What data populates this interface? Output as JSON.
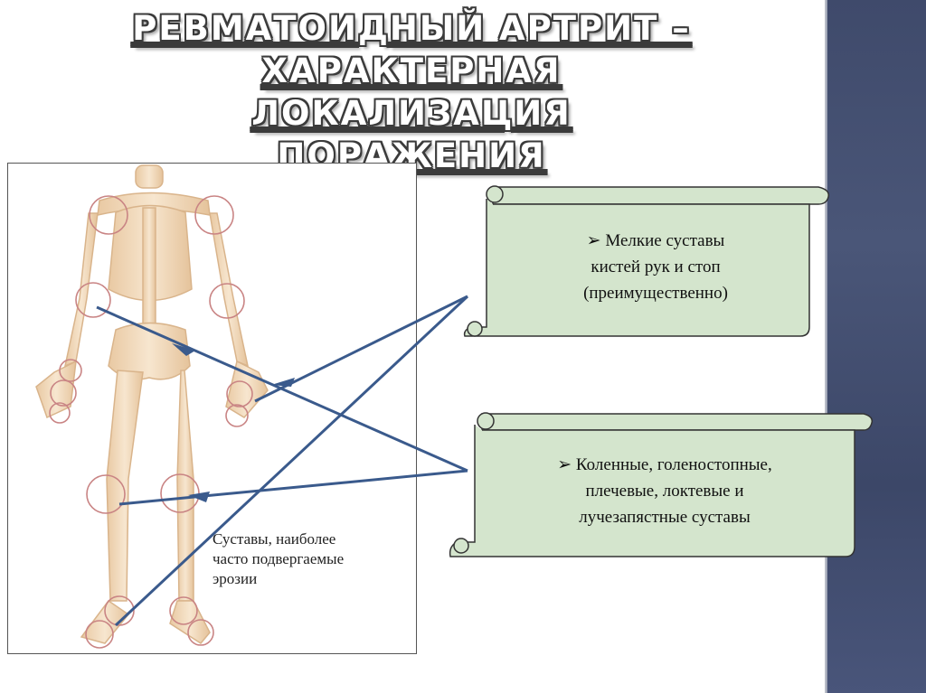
{
  "slide": {
    "title_lines": [
      "РЕВМАТОИДНЫЙ АРТРИТ –",
      "ХАРАКТЕРНАЯ ЛОКАЛИЗАЦИЯ",
      "ПОРАЖЕНИЯ"
    ],
    "figure_caption_lines": [
      "Суставы, наиболее",
      "часто подвергаемые",
      "эрозии"
    ]
  },
  "scrolls": [
    {
      "bullet": "➢",
      "lines": [
        "Мелкие суставы",
        "кистей рук и стоп",
        "(преимущественно)"
      ]
    },
    {
      "bullet": "➢",
      "lines": [
        "Коленные, голеностопные,",
        "плечевые, локтевые и",
        "лучезапястные суставы"
      ]
    }
  ],
  "colors": {
    "scroll_fill": "#d4e5cd",
    "arrow": "#3a5a8c",
    "joint_circle": "#c77a7a",
    "bone": "#f3ddbf",
    "side_band": "#45507a"
  }
}
